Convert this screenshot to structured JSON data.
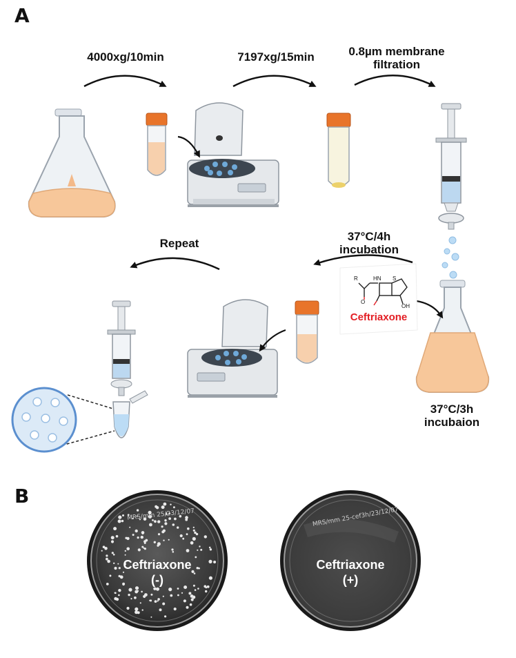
{
  "panels": {
    "a": "A",
    "b": "B"
  },
  "steps": {
    "step1": "4000xg/10min",
    "step2": "7197xg/15min",
    "step3_line1": "0.8µm membrane",
    "step3_line2": "filtration",
    "incubation1_line1": "37°C/3h",
    "incubation1_line2": "incubaion",
    "incubation2_line1": "37°C/4h",
    "incubation2_line2": "incubation",
    "repeat": "Repeat"
  },
  "antibiotic": {
    "name": "Ceftriaxone",
    "color": "#e31e24"
  },
  "structure_labels": {
    "r": "R",
    "h": "H",
    "n": "N",
    "s": "S",
    "oh": "OH",
    "o": "O"
  },
  "plates": {
    "minus": {
      "label": "Ceftriaxone",
      "sign": "(-)",
      "handwriting": "MRS/mm 25/23/12/07"
    },
    "plus": {
      "label": "Ceftriaxone",
      "sign": "(+)",
      "handwriting": "MRS/mm 25-cef3h/23/12/07"
    }
  },
  "colors": {
    "broth": "#f7c79a",
    "cap": "#e8742a",
    "accent": "#e31e24"
  }
}
